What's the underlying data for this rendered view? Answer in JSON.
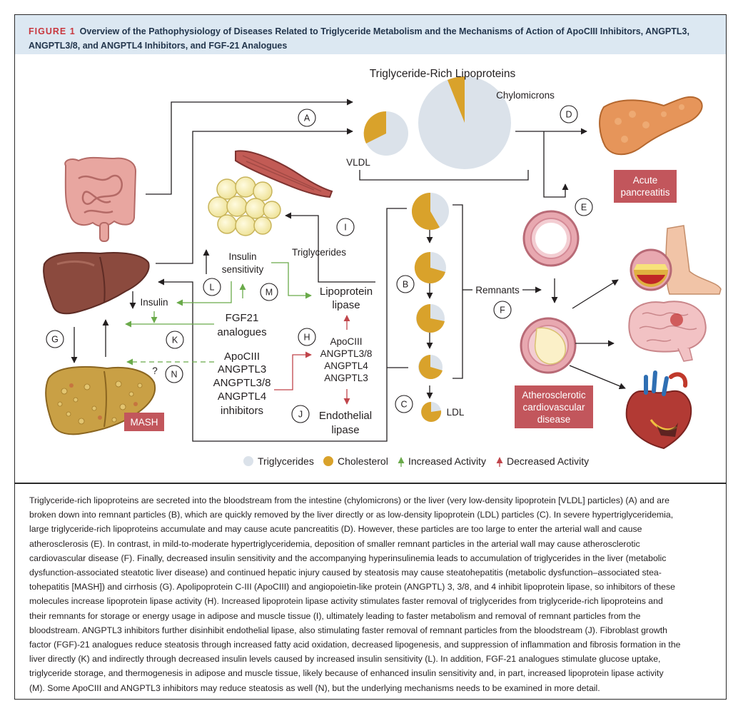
{
  "figure": {
    "label": "FIGURE 1",
    "title": "Overview of the Pathophysiology of Diseases Related to Triglyceride Metabolism and the Mechanisms of Action of ApoCIII Inhibitors, ANGPTL3, ANGPTL3/8, and ANGPTL4 Inhibitors, and FGF-21 Analogues"
  },
  "diagram": {
    "main_heading": "Triglyceride-Rich Lipoproteins",
    "chylomicrons": "Chylomicrons",
    "vldl": "VLDL",
    "acute_pancreatitis": [
      "Acute",
      "pancreatitis"
    ],
    "mash": "MASH",
    "ascvd": [
      "Atherosclerotic",
      "cardiovascular",
      "disease"
    ],
    "remnants": "Remnants",
    "ldl": "LDL",
    "triglycerides": "Triglycerides",
    "insulin_sensitivity": [
      "Insulin",
      "sensitivity"
    ],
    "insulin": "Insulin",
    "fgf21": [
      "FGF21",
      "analogues"
    ],
    "inhibitors": [
      "ApoCIII",
      "ANGPTL3",
      "ANGPTL3/8",
      "ANGPTL4",
      "inhibitors"
    ],
    "lpl": [
      "Lipoprotein",
      "lipase"
    ],
    "h_list": [
      "ApoCIII",
      "ANGPTL3/8",
      "ANGPTL4",
      "ANGPTL3"
    ],
    "endothelial_lipase": [
      "Endothelial",
      "lipase"
    ],
    "question_mark": "?",
    "circle_labels": {
      "A": "A",
      "B": "B",
      "C": "C",
      "D": "D",
      "E": "E",
      "F": "F",
      "G": "G",
      "H": "H",
      "I": "I",
      "J": "J",
      "K": "K",
      "L": "L",
      "M": "M",
      "N": "N"
    },
    "legend": {
      "triglycerides": "Triglycerides",
      "cholesterol": "Cholesterol",
      "increased": "Increased Activity",
      "decreased": "Decreased Activity"
    },
    "colors": {
      "triglyceride": "#dbe2ea",
      "cholesterol": "#d9a22b",
      "increased": "#6aaa4a",
      "decreased": "#c0454b",
      "disease_box": "#c2565c",
      "header_bg": "#dce8f2"
    },
    "icons": [
      "intestine-icon",
      "liver-icon",
      "fatty-liver-icon",
      "adipose-tissue-icon",
      "muscle-icon",
      "pancreas-icon",
      "artery-cross-section-icon",
      "plaque-artery-icon",
      "leg-artery-icon",
      "brain-icon",
      "heart-icon"
    ]
  },
  "caption": {
    "lines": [
      "Triglyceride-rich lipoproteins are secreted into the bloodstream from the intestine (chylomicrons) or the liver (very low-density lipoprotein [VLDL] particles) (A) and are",
      "broken down into remnant particles (B), which are quickly removed by the liver directly or as low-density lipoprotein (LDL) particles (C). In severe hypertriglyceridemia,",
      "large triglyceride-rich lipoproteins accumulate and may cause acute pancreatitis (D). However, these particles are too large to enter the arterial wall and cause",
      "atherosclerosis (E). In contrast, in mild-to-moderate hypertriglyceridemia, deposition of smaller remnant particles in the arterial wall may cause atherosclerotic",
      "cardiovascular disease (F). Finally, decreased insulin sensitivity and the accompanying hyperinsulinemia leads to accumulation of triglycerides in the liver (metabolic",
      "dysfunction-associated steatotic liver disease) and continued hepatic injury caused by steatosis may cause steatohepatitis (metabolic dysfunction–associated stea-",
      "tohepatitis [MASH]) and cirrhosis (G). Apolipoprotein C-III (ApoCIII) and angiopoietin-like protein (ANGPTL) 3, 3/8, and 4 inhibit lipoprotein lipase, so inhibitors of these",
      "molecules increase lipoprotein lipase activity (H). Increased lipoprotein lipase activity stimulates faster removal of triglycerides from triglyceride-rich lipoproteins and",
      "their remnants for storage or energy usage in adipose and muscle tissue (I), ultimately leading to faster metabolism and removal of remnant particles from the",
      "bloodstream. ANGPTL3 inhibitors further disinhibit endothelial lipase, also stimulating faster removal of remnant particles from the bloodstream (J). Fibroblast growth",
      "factor (FGF)-21 analogues reduce steatosis through increased fatty acid oxidation, decreased lipogenesis, and suppression of inflammation and fibrosis formation in the",
      "liver directly (K) and indirectly through decreased insulin levels caused by increased insulin sensitivity (L). In addition, FGF-21 analogues stimulate glucose uptake,",
      "triglyceride storage, and thermogenesis in adipose and muscle tissue, likely because of enhanced insulin sensitivity and, in part, increased lipoprotein lipase activity",
      "(M). Some ApoCIII and ANGPTL3 inhibitors may reduce steatosis as well (N), but the underlying mechanisms needs to be examined in more detail."
    ]
  }
}
